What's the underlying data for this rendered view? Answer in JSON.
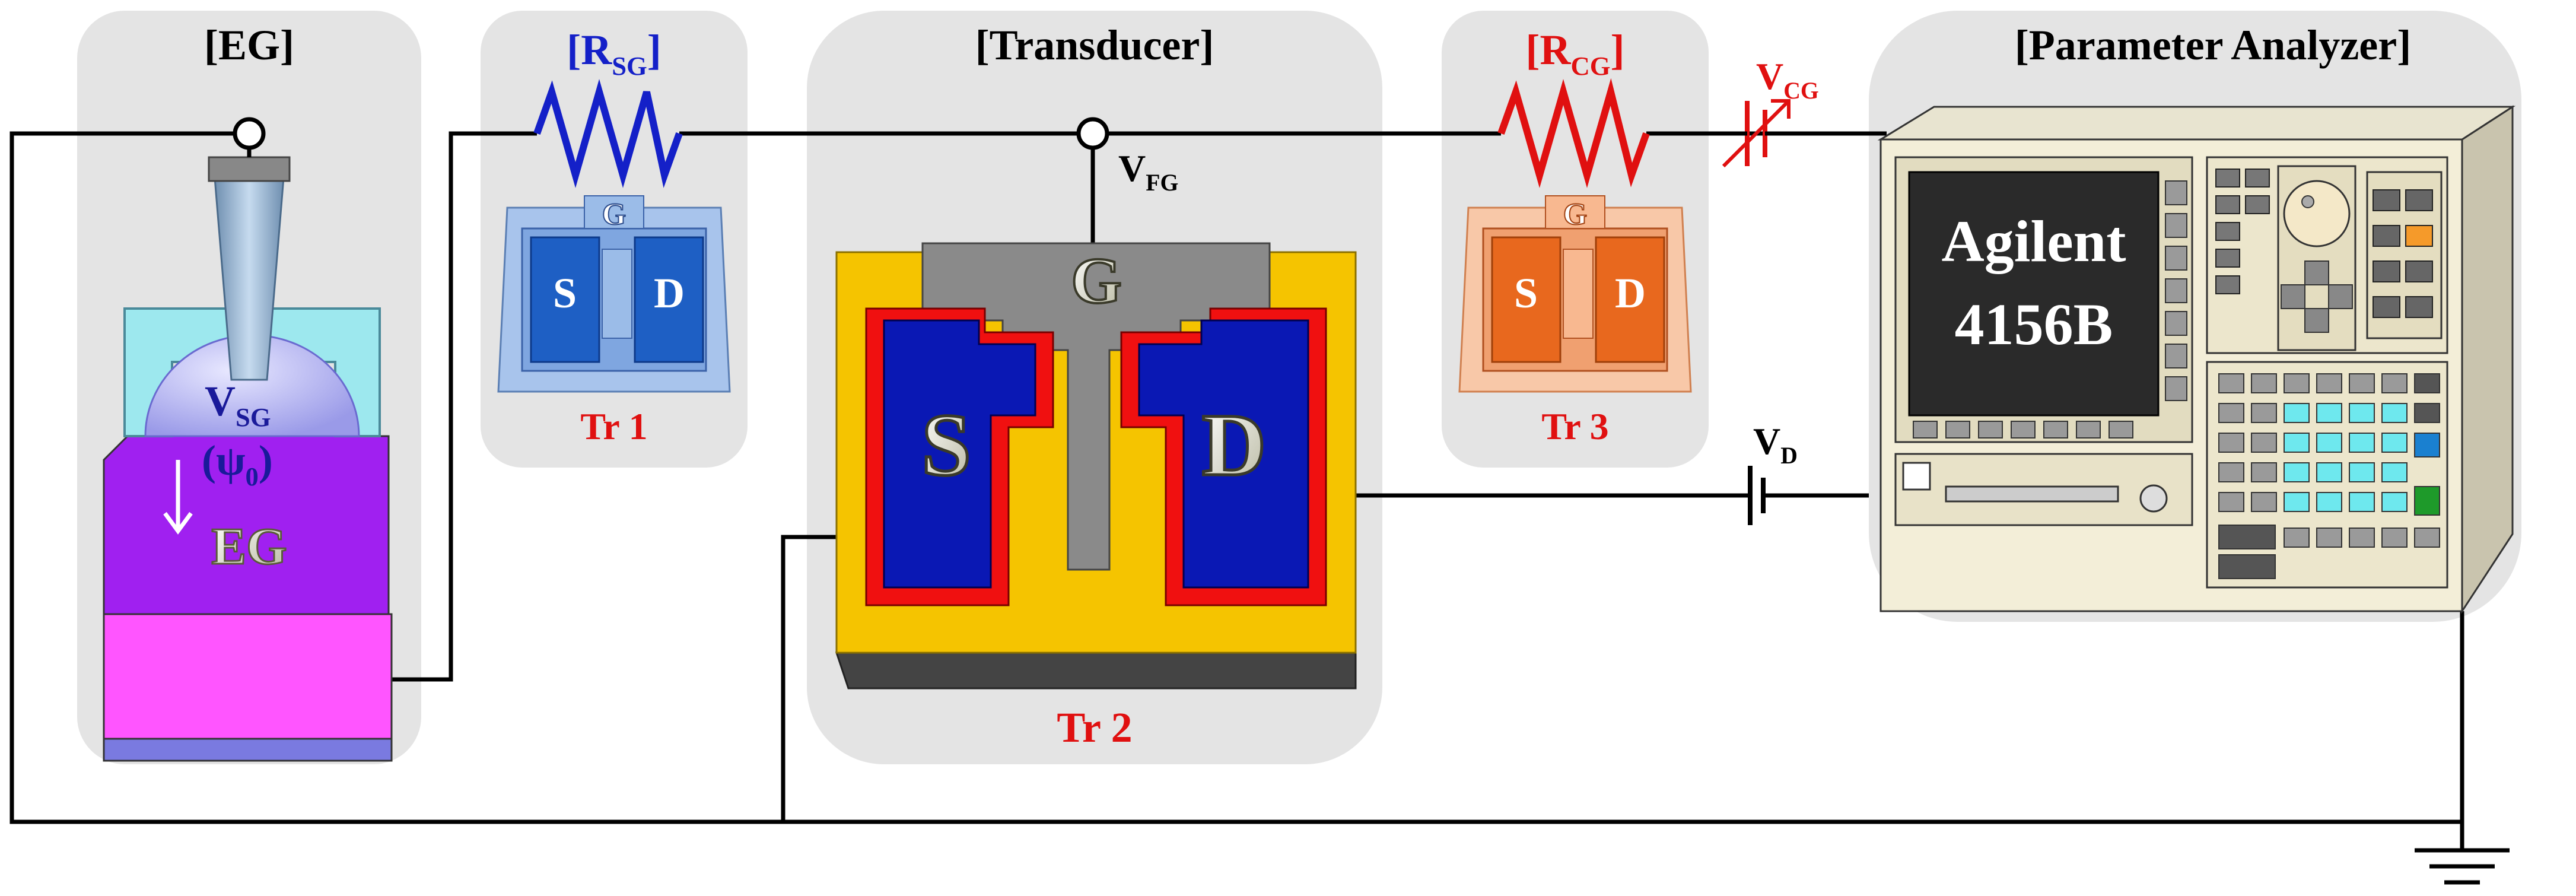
{
  "panels": {
    "eg": {
      "title": "[EG]"
    },
    "rsg": {
      "title_main": "[R",
      "title_sub": "SG",
      "title_close": "]",
      "device_label": "Tr 1"
    },
    "transducer": {
      "title": "[Transducer]",
      "device_label": "Tr 2"
    },
    "rcg": {
      "title_main": "[R",
      "title_sub": "CG",
      "title_close": "]",
      "device_label": "Tr 3"
    },
    "analyzer": {
      "title": "[Parameter Analyzer]",
      "screen_line1": "Agilent",
      "screen_line2": "4156B"
    }
  },
  "eg_labels": {
    "vsg_main": "V",
    "vsg_sub": "SG",
    "psi_open": "(ψ",
    "psi_sub": "0",
    "psi_close": ")",
    "eg_text": "EG"
  },
  "terminals": {
    "source": "S",
    "drain": "D",
    "gate": "G"
  },
  "voltages": {
    "vfg_main": "V",
    "vfg_sub": "FG",
    "vcg_main": "V",
    "vcg_sub": "CG",
    "vd_main": "V",
    "vd_sub": "D"
  },
  "colors": {
    "rsg": "#1420c8",
    "rcg": "#e01010",
    "red_label": "#e01010",
    "tr1_body": "#1e5fc4",
    "tr3_body": "#e8681e",
    "tr2_gold": "#f5c400",
    "tr2_red": "#f01010",
    "tr2_blue": "#0a18b4",
    "eg_purple": "#a020f0",
    "eg_pink": "#ff55ff"
  }
}
